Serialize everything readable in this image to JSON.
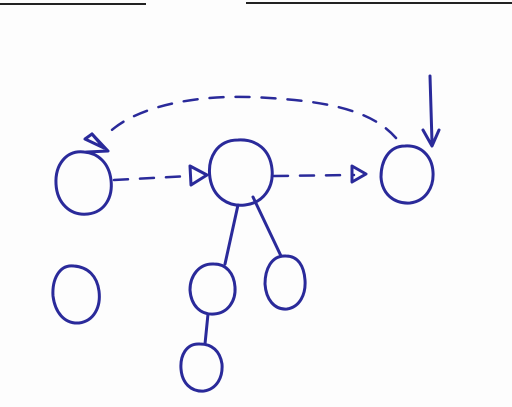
{
  "diagram": {
    "ink_color": "#2a2a9a",
    "page_rule_color": "#222222",
    "background_color": "#fdfdfd",
    "nodes": [
      {
        "id": "node-left-top"
      },
      {
        "id": "node-root"
      },
      {
        "id": "node-right"
      },
      {
        "id": "node-left-bottom"
      },
      {
        "id": "node-child-left"
      },
      {
        "id": "node-child-right"
      },
      {
        "id": "node-grandchild"
      }
    ],
    "edges": [
      {
        "from": "node-root",
        "to": "node-child-left",
        "style": "solid"
      },
      {
        "from": "node-root",
        "to": "node-child-right",
        "style": "solid"
      },
      {
        "from": "node-child-left",
        "to": "node-grandchild",
        "style": "solid"
      },
      {
        "from": "node-left-top",
        "to": "node-root",
        "style": "dashed",
        "arrowhead": "open-triangle"
      },
      {
        "from": "node-root",
        "to": "node-right",
        "style": "dashed",
        "arrowhead": "open-triangle"
      },
      {
        "from": "node-right",
        "to": "node-left-top",
        "style": "dashed-curve",
        "arrowhead": "open-triangle"
      }
    ],
    "incoming_arrow": {
      "target": "node-right",
      "direction": "down"
    }
  }
}
